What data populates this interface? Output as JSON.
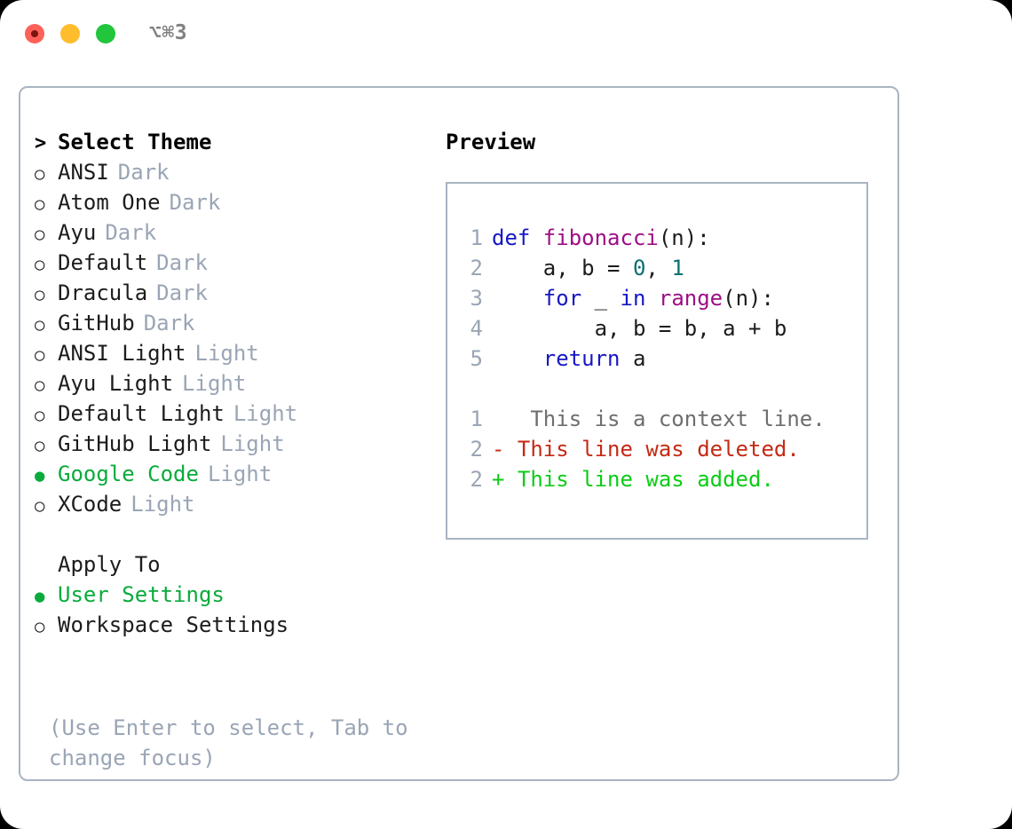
{
  "window": {
    "title": "⌥⌘3",
    "controls": [
      "close",
      "minimize",
      "maximize"
    ]
  },
  "theme_list": {
    "header": {
      "marker": ">",
      "label": "Select Theme"
    },
    "items": [
      {
        "marker": "○",
        "label": "ANSI",
        "suffix": "Dark",
        "selected": false
      },
      {
        "marker": "○",
        "label": "Atom One",
        "suffix": "Dark",
        "selected": false
      },
      {
        "marker": "○",
        "label": "Ayu",
        "suffix": "Dark",
        "selected": false
      },
      {
        "marker": "○",
        "label": "Default",
        "suffix": "Dark",
        "selected": false
      },
      {
        "marker": "○",
        "label": "Dracula",
        "suffix": "Dark",
        "selected": false
      },
      {
        "marker": "○",
        "label": "GitHub",
        "suffix": "Dark",
        "selected": false
      },
      {
        "marker": "○",
        "label": "ANSI Light",
        "suffix": "Light",
        "selected": false
      },
      {
        "marker": "○",
        "label": "Ayu Light",
        "suffix": "Light",
        "selected": false
      },
      {
        "marker": "○",
        "label": "Default Light",
        "suffix": "Light",
        "selected": false
      },
      {
        "marker": "○",
        "label": "GitHub Light",
        "suffix": "Light",
        "selected": false
      },
      {
        "marker": "●",
        "label": "Google Code",
        "suffix": "Light",
        "selected": true
      },
      {
        "marker": "○",
        "label": "XCode",
        "suffix": "Light",
        "selected": false
      }
    ]
  },
  "apply_to": {
    "header": {
      "marker": " ",
      "label": "Apply To"
    },
    "items": [
      {
        "marker": "●",
        "label": "User Settings",
        "selected": true
      },
      {
        "marker": "○",
        "label": "Workspace Settings",
        "selected": false
      }
    ]
  },
  "hint": "(Use Enter to select, Tab to change focus)",
  "preview": {
    "title": "Preview",
    "code_lines": [
      {
        "num": "1",
        "tokens": [
          {
            "t": "def ",
            "c": "kw"
          },
          {
            "t": "fibonacci",
            "c": "fn"
          },
          {
            "t": "(n):",
            "c": "pln"
          }
        ]
      },
      {
        "num": "2",
        "tokens": [
          {
            "t": "    a, b = ",
            "c": "pln"
          },
          {
            "t": "0",
            "c": "num"
          },
          {
            "t": ", ",
            "c": "pln"
          },
          {
            "t": "1",
            "c": "num"
          }
        ]
      },
      {
        "num": "3",
        "tokens": [
          {
            "t": "    ",
            "c": "pln"
          },
          {
            "t": "for",
            "c": "kw"
          },
          {
            "t": " _ ",
            "c": "pln"
          },
          {
            "t": "in",
            "c": "kw"
          },
          {
            "t": " ",
            "c": "pln"
          },
          {
            "t": "range",
            "c": "fn"
          },
          {
            "t": "(n):",
            "c": "pln"
          }
        ]
      },
      {
        "num": "4",
        "tokens": [
          {
            "t": "        a, b = b, a + b",
            "c": "pln"
          }
        ]
      },
      {
        "num": "5",
        "tokens": [
          {
            "t": "    ",
            "c": "pln"
          },
          {
            "t": "return",
            "c": "kw"
          },
          {
            "t": " a",
            "c": "pln"
          }
        ]
      }
    ],
    "diff_lines": [
      {
        "num": "1",
        "sign": " ",
        "text": "  This is a context line.",
        "kind": "ctx"
      },
      {
        "num": "2",
        "sign": "-",
        "text": " This line was deleted.",
        "kind": "del"
      },
      {
        "num": "2",
        "sign": "+",
        "text": " This line was added.",
        "kind": "add"
      }
    ]
  },
  "colors": {
    "accent_green": "#0aab3c",
    "muted": "#9aa5b5",
    "border": "#aab4c2",
    "keyword": "#1717c4",
    "function": "#9c0f85",
    "number": "#0a7070",
    "plain": "#1c1c1c",
    "diff_context": "#6e6e6e",
    "diff_deleted": "#c42a14",
    "diff_added": "#0ccc16",
    "title_bar_text": "#808080"
  }
}
